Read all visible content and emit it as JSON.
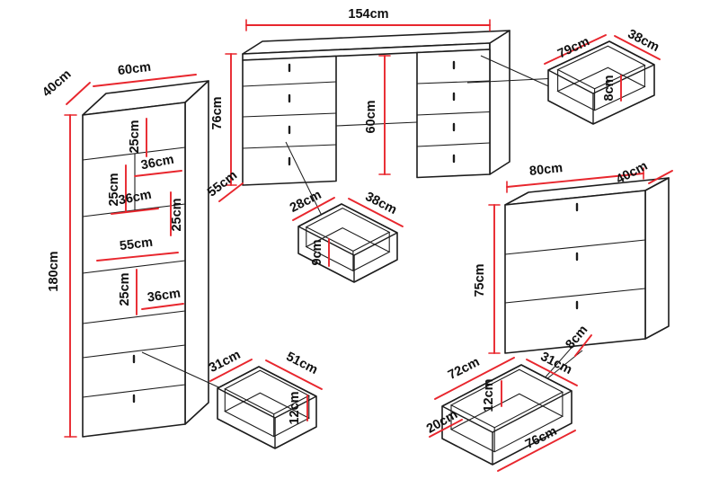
{
  "colors": {
    "outline": "#1c1c1c",
    "dimension_red": "#e8262d",
    "label_text": "#101010",
    "background": "#ffffff"
  },
  "cabinet": {
    "height_label": "180cm",
    "depth_label": "40cm",
    "width_label": "60cm",
    "gap_labels": [
      "25cm",
      "25cm",
      "25cm",
      "25cm"
    ],
    "inner_width_labels": [
      "36cm",
      "36cm",
      "55cm",
      "36cm"
    ]
  },
  "desk": {
    "width_label": "154cm",
    "height_label": "76cm",
    "depth_label": "55cm",
    "knee_height_label": "60cm"
  },
  "drawer_top_right": {
    "edge_left_label": "79cm",
    "edge_right_label": "38cm",
    "depth_inner_label": "8cm"
  },
  "drawer_center": {
    "edge_left_label": "28cm",
    "edge_right_label": "38cm",
    "depth_inner_label": "9cm"
  },
  "chest": {
    "width_label": "80cm",
    "depth_label": "40cm",
    "height_label": "75cm",
    "base_label": "8cm"
  },
  "drawer_bottom_left": {
    "edge_left_label": "31cm",
    "edge_right_label": "51cm",
    "depth_inner_label": "12cm"
  },
  "drawer_bottom_right": {
    "edge_left_label": "72cm",
    "edge_right_label": "31cm",
    "depth_inner_label": "12cm",
    "front_height_label": "20cm",
    "front_width_label": "76cm"
  }
}
